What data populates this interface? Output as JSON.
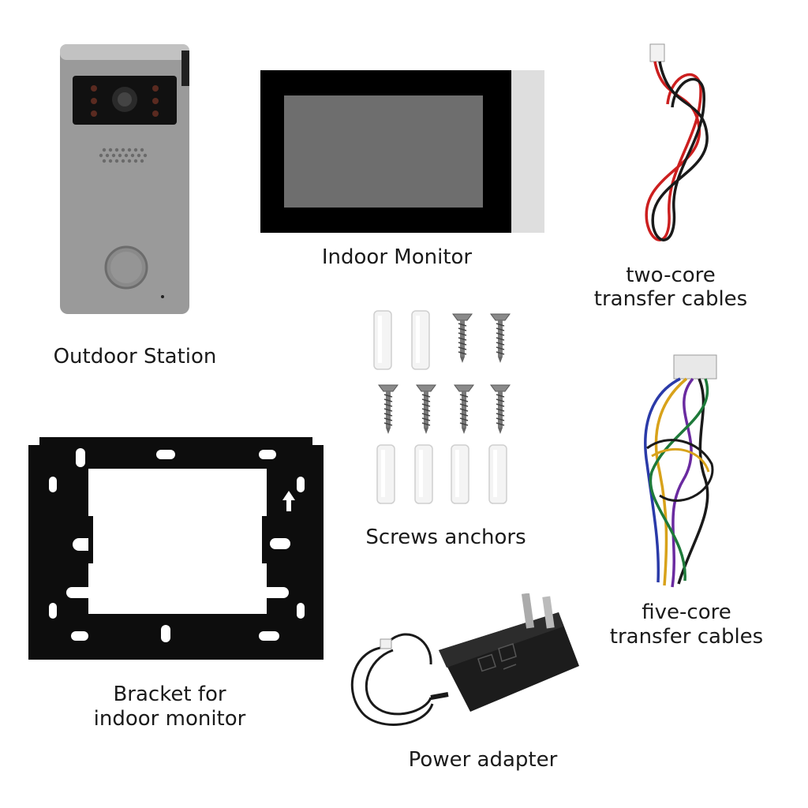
{
  "labels": {
    "outdoor_station": "Outdoor Station",
    "indoor_monitor": "Indoor Monitor",
    "two_core_line1": "two-core",
    "two_core_line2": "transfer cables",
    "screws_anchors": "Screws anchors",
    "five_core_line1": "five-core",
    "five_core_line2": "transfer cables",
    "bracket_line1": "Bracket for",
    "bracket_line2": "indoor monitor",
    "power_adapter": "Power adapter"
  },
  "colors": {
    "station_body": "#9a9a9a",
    "monitor_frame": "#000000",
    "monitor_screen": "#6e6e6e",
    "bracket": "#0d0d0d",
    "cable_red": "#cc1f1f",
    "cable_black": "#1a1a1a"
  }
}
